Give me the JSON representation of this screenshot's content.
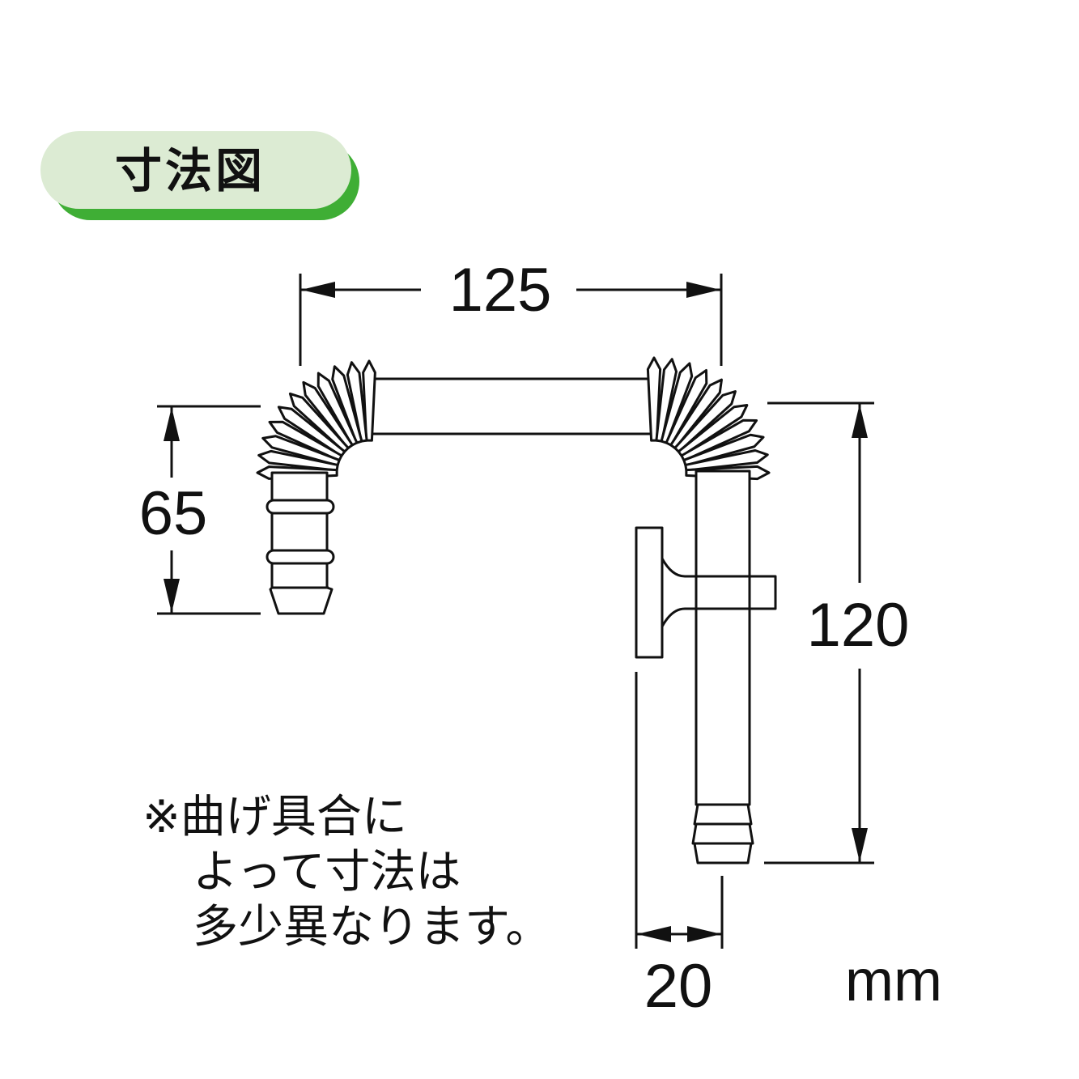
{
  "title": "寸法図",
  "dimensions": {
    "width": "125",
    "left_height": "65",
    "right_height": "120",
    "pipe_diameter": "20"
  },
  "note": {
    "line1": "※曲げ具合に",
    "line2": "よって寸法は",
    "line3": "多少異なります。"
  },
  "unit": "mm",
  "colors": {
    "badge_fill": "#dcebd3",
    "badge_shadow": "#3fae35",
    "line": "#111111"
  }
}
